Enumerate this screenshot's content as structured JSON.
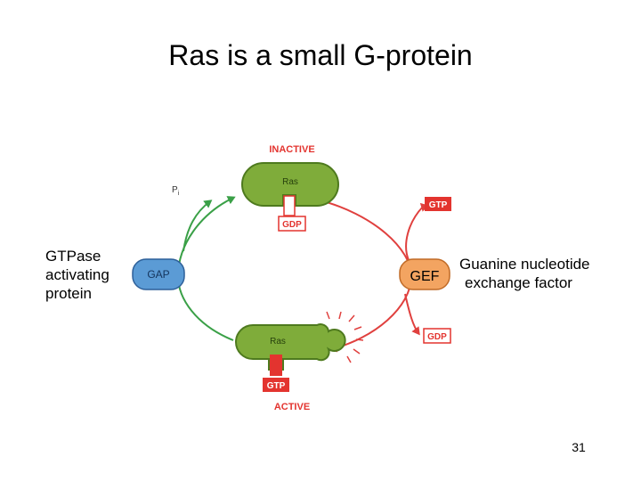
{
  "slide": {
    "title": "Ras is a small G-protein",
    "left_label": [
      "GTPase",
      "activating",
      "protein"
    ],
    "right_label": [
      "Guanine nucleotide",
      "exchange factor"
    ],
    "page_number": "31"
  },
  "diagram": {
    "inactive_label": "INACTIVE",
    "active_label": "ACTIVE",
    "ras_top_label": "Ras",
    "ras_bottom_label": "Ras",
    "gdp_bound_label": "GDP",
    "gtp_bound_label": "GTP",
    "gtp_in_label": "GTP",
    "gdp_out_label": "GDP",
    "pi_label": "P",
    "pi_subscript": "i",
    "gap_label": "GAP",
    "gef_label": "GEF",
    "colors": {
      "ras_green": "#7fac3a",
      "ras_outline": "#4e7a1e",
      "gap_blue": "#5b9bd5",
      "gef_orange": "#f3a461",
      "arrow_red": "#e0403e",
      "arrow_green": "#3aa047",
      "tag_red": "#e3342f"
    }
  }
}
